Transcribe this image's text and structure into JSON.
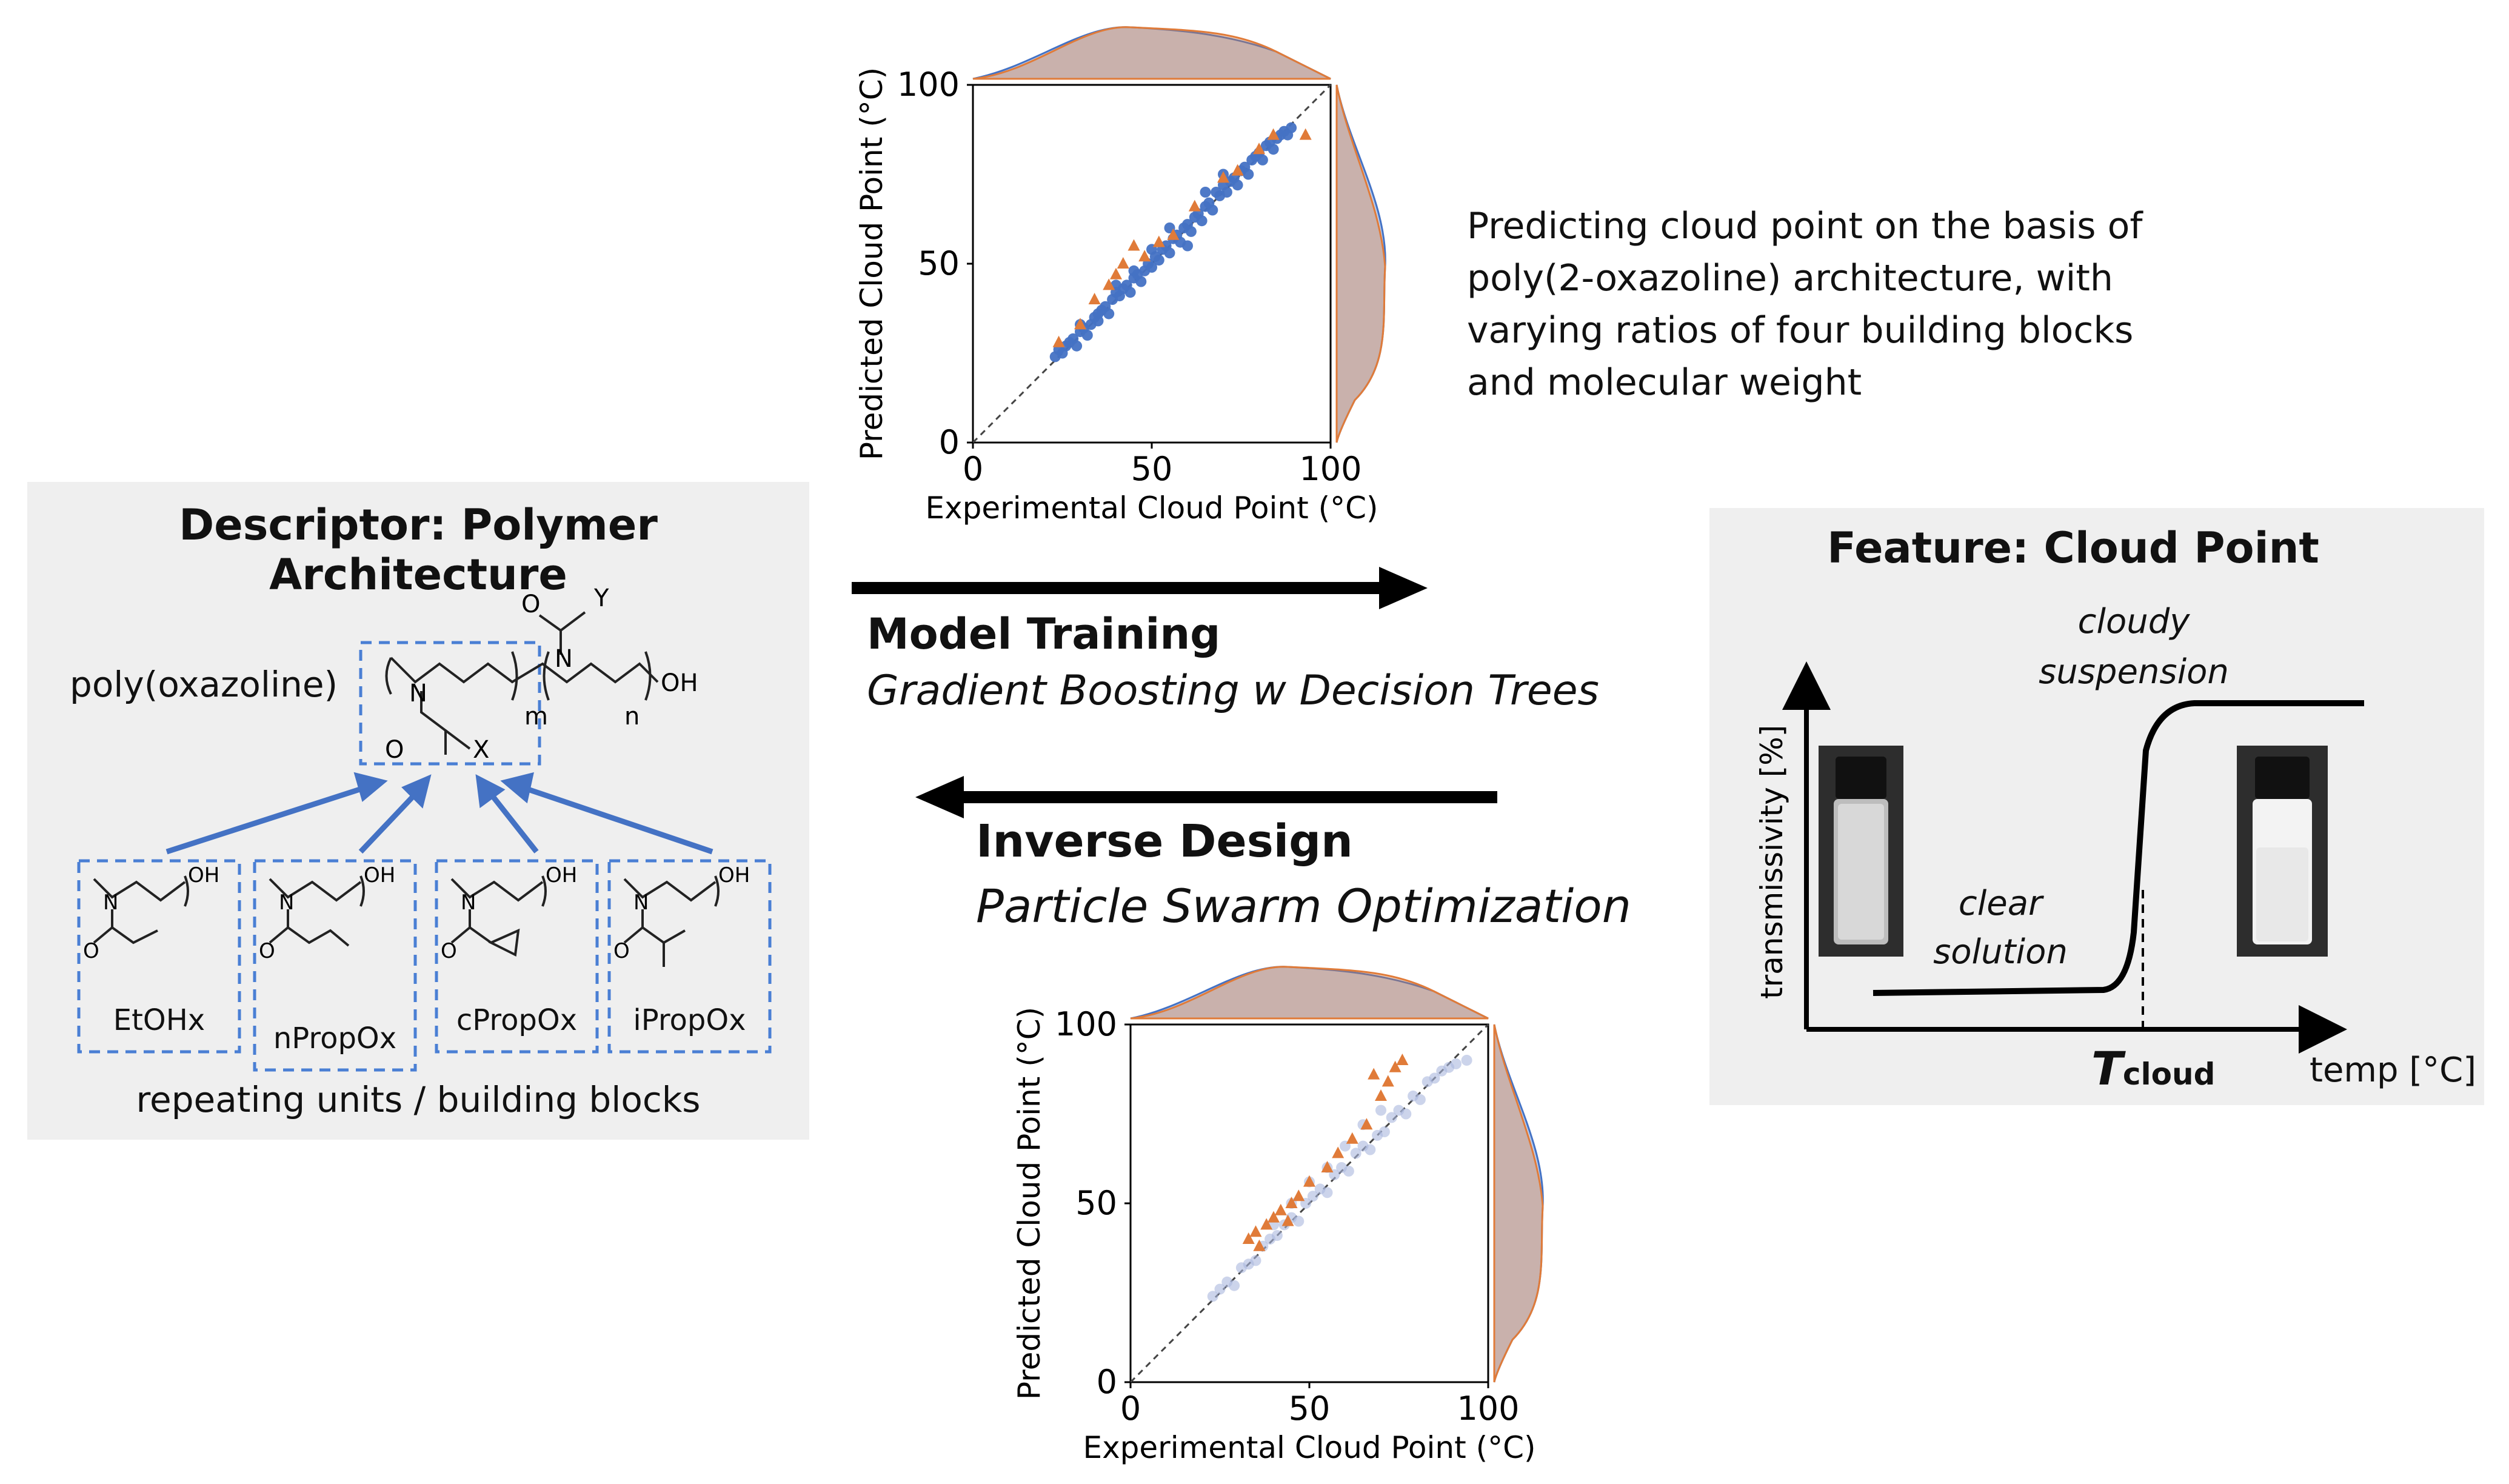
{
  "descriptor": {
    "title": "Descriptor: Polymer Architecture",
    "polymer_label": "poly(oxazoline)",
    "subscript_m": "m",
    "subscript_n": "n",
    "group_x": "X",
    "group_y": "Y",
    "group_o": "O",
    "group_n": "N",
    "group_oh": "OH",
    "building_blocks": [
      "EtOHx",
      "nPropOx",
      "cPropOx",
      "iPropOx"
    ],
    "caption": "repeating units / building blocks"
  },
  "feature": {
    "title": "Feature: Cloud Point",
    "ylabel": "transmissivity [%]",
    "xlabel": "temp [°C]",
    "cloudy_line1": "cloudy",
    "cloudy_line2": "suspension",
    "clear_line1": "clear",
    "clear_line2": "solution",
    "tcloud_main": "T",
    "tcloud_sub": "cloud"
  },
  "model_training": {
    "title": "Model Training",
    "subtitle": "Gradient Boosting w Decision Trees"
  },
  "inverse_design": {
    "title": "Inverse Design",
    "subtitle": "Particle Swarm Optimization"
  },
  "description": {
    "lines": [
      "Predicting cloud point on the basis of",
      "poly(2-oxazoline) architecture, with",
      "varying ratios of four building blocks",
      "and molecular weight"
    ]
  },
  "colors": {
    "blue": "#4472c4",
    "orange": "#e07b39",
    "arrow_blue": "#4472c4",
    "panel_bg": "#efefef"
  },
  "chart_data": [
    {
      "type": "scatter",
      "xlabel": "Experimental Cloud Point (°C)",
      "ylabel": "Predicted Cloud Point (°C)",
      "xlim": [
        0,
        100
      ],
      "ylim": [
        0,
        100
      ],
      "x_ticks": [
        "0",
        "50",
        "100"
      ],
      "y_ticks": [
        "0",
        "50",
        "100"
      ],
      "series": [
        {
          "marker": "circle",
          "color": "#4472c4",
          "points": [
            [
              23,
              24
            ],
            [
              24,
              26
            ],
            [
              25,
              25
            ],
            [
              26,
              27
            ],
            [
              27,
              28
            ],
            [
              28,
              29
            ],
            [
              29,
              27
            ],
            [
              30,
              31
            ],
            [
              31,
              32
            ],
            [
              32,
              30
            ],
            [
              33,
              33
            ],
            [
              34,
              35
            ],
            [
              35,
              34
            ],
            [
              36,
              37
            ],
            [
              37,
              38
            ],
            [
              38,
              36
            ],
            [
              39,
              40
            ],
            [
              40,
              42
            ],
            [
              41,
              41
            ],
            [
              42,
              43
            ],
            [
              43,
              44
            ],
            [
              44,
              42
            ],
            [
              45,
              46
            ],
            [
              46,
              47
            ],
            [
              47,
              45
            ],
            [
              48,
              48
            ],
            [
              49,
              50
            ],
            [
              50,
              49
            ],
            [
              51,
              52
            ],
            [
              52,
              51
            ],
            [
              53,
              54
            ],
            [
              54,
              55
            ],
            [
              55,
              53
            ],
            [
              56,
              57
            ],
            [
              57,
              58
            ],
            [
              58,
              56
            ],
            [
              59,
              60
            ],
            [
              60,
              61
            ],
            [
              61,
              59
            ],
            [
              62,
              63
            ],
            [
              63,
              64
            ],
            [
              64,
              62
            ],
            [
              65,
              66
            ],
            [
              66,
              67
            ],
            [
              67,
              65
            ],
            [
              68,
              70
            ],
            [
              69,
              69
            ],
            [
              70,
              72
            ],
            [
              71,
              70
            ],
            [
              72,
              73
            ],
            [
              73,
              74
            ],
            [
              74,
              72
            ],
            [
              75,
              76
            ],
            [
              76,
              77
            ],
            [
              77,
              75
            ],
            [
              78,
              79
            ],
            [
              79,
              80
            ],
            [
              80,
              81
            ],
            [
              81,
              79
            ],
            [
              82,
              83
            ],
            [
              83,
              84
            ],
            [
              84,
              82
            ],
            [
              85,
              85
            ],
            [
              86,
              86
            ],
            [
              87,
              87
            ],
            [
              88,
              86
            ],
            [
              89,
              88
            ],
            [
              70,
              75
            ],
            [
              65,
              70
            ],
            [
              60,
              55
            ],
            [
              45,
              48
            ],
            [
              40,
              44
            ],
            [
              35,
              36
            ],
            [
              30,
              33
            ],
            [
              55,
              60
            ],
            [
              50,
              54
            ]
          ]
        },
        {
          "marker": "triangle",
          "color": "#e07b39",
          "points": [
            [
              24,
              28
            ],
            [
              30,
              33
            ],
            [
              34,
              40
            ],
            [
              38,
              44
            ],
            [
              42,
              50
            ],
            [
              48,
              52
            ],
            [
              52,
              56
            ],
            [
              56,
              58
            ],
            [
              62,
              66
            ],
            [
              70,
              74
            ],
            [
              74,
              76
            ],
            [
              80,
              82
            ],
            [
              84,
              86
            ],
            [
              93,
              86
            ],
            [
              45,
              55
            ],
            [
              40,
              47
            ]
          ]
        }
      ]
    },
    {
      "type": "scatter",
      "xlabel": "Experimental Cloud Point (°C)",
      "ylabel": "Predicted Cloud Point (°C)",
      "xlim": [
        0,
        100
      ],
      "ylim": [
        0,
        100
      ],
      "x_ticks": [
        "0",
        "50",
        "100"
      ],
      "y_ticks": [
        "0",
        "50",
        "100"
      ],
      "series": [
        {
          "marker": "circle",
          "color": "#aab8dd",
          "points": [
            [
              23,
              24
            ],
            [
              25,
              26
            ],
            [
              27,
              28
            ],
            [
              29,
              27
            ],
            [
              31,
              32
            ],
            [
              33,
              33
            ],
            [
              35,
              34
            ],
            [
              37,
              38
            ],
            [
              39,
              40
            ],
            [
              41,
              41
            ],
            [
              43,
              44
            ],
            [
              45,
              46
            ],
            [
              47,
              45
            ],
            [
              49,
              50
            ],
            [
              51,
              52
            ],
            [
              53,
              54
            ],
            [
              55,
              53
            ],
            [
              57,
              58
            ],
            [
              59,
              60
            ],
            [
              61,
              59
            ],
            [
              63,
              64
            ],
            [
              65,
              66
            ],
            [
              67,
              65
            ],
            [
              69,
              69
            ],
            [
              71,
              70
            ],
            [
              73,
              74
            ],
            [
              75,
              76
            ],
            [
              77,
              75
            ],
            [
              79,
              80
            ],
            [
              81,
              79
            ],
            [
              83,
              84
            ],
            [
              85,
              85
            ],
            [
              87,
              87
            ],
            [
              89,
              88
            ],
            [
              91,
              89
            ],
            [
              94,
              90
            ],
            [
              60,
              66
            ],
            [
              70,
              76
            ],
            [
              50,
              56
            ],
            [
              40,
              44
            ],
            [
              45,
              50
            ],
            [
              55,
              60
            ],
            [
              65,
              72
            ]
          ]
        },
        {
          "marker": "triangle",
          "color": "#e07b39",
          "points": [
            [
              33,
              40
            ],
            [
              35,
              42
            ],
            [
              38,
              44
            ],
            [
              40,
              46
            ],
            [
              42,
              48
            ],
            [
              45,
              50
            ],
            [
              47,
              52
            ],
            [
              50,
              56
            ],
            [
              55,
              60
            ],
            [
              58,
              64
            ],
            [
              62,
              68
            ],
            [
              66,
              72
            ],
            [
              70,
              80
            ],
            [
              72,
              84
            ],
            [
              74,
              88
            ],
            [
              76,
              90
            ],
            [
              68,
              86
            ],
            [
              36,
              38
            ],
            [
              44,
              45
            ]
          ]
        }
      ]
    }
  ]
}
